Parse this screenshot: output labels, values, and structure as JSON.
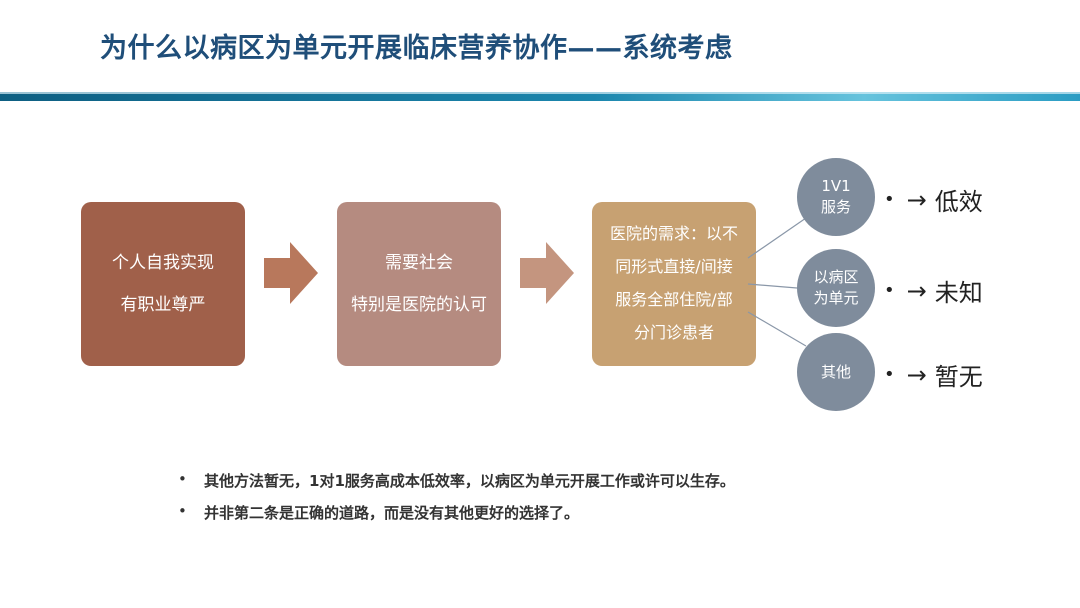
{
  "title": "为什么以病区为单元开展临床营养协作——系统考虑",
  "flow": {
    "box1": {
      "lines": [
        "个人自我实现",
        "有职业尊严"
      ],
      "color": "#a0604a"
    },
    "box2": {
      "lines": [
        "需要社会",
        "特别是医院的认可"
      ],
      "color": "#b58b80"
    },
    "box3": {
      "lines": [
        "医院的需求：以不",
        "同形式直接/间接",
        "服务全部住院/部",
        "分门诊患者"
      ],
      "color": "#c7a172"
    }
  },
  "options": [
    {
      "circle_lines": [
        "1V1",
        "服务"
      ],
      "result": "低效"
    },
    {
      "circle_lines": [
        "以病区",
        "为单元"
      ],
      "result": "未知"
    },
    {
      "circle_lines": [
        "其他"
      ],
      "result": "暂无"
    }
  ],
  "bullet_glyph": "•",
  "arrow_glyph": "→",
  "notes": [
    "其他方法暂无，1对1服务高成本低效率，以病区为单元开展工作或许可以生存。",
    "并非第二条是正确的道路，而是没有其他更好的选择了。"
  ],
  "colors": {
    "title": "#1f4e79",
    "flow_arrow": "#b8785c",
    "circle": "#7f8c9c",
    "divider": "#0e6f96"
  }
}
